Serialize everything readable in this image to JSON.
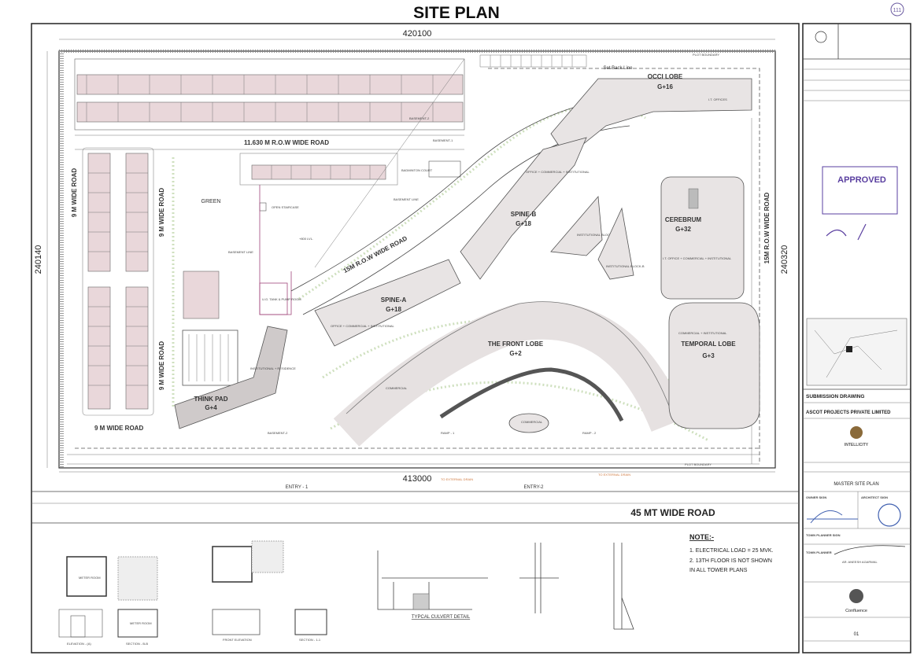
{
  "sheet": {
    "title": "SITE PLAN",
    "page_number": "111"
  },
  "dimensions": {
    "top": "420100",
    "bottom": "413000",
    "left": "240140",
    "right": "240320"
  },
  "roads": {
    "main_road": "45 MT WIDE ROAD",
    "row_road_top": "11.630 M  R.O.W WIDE ROAD",
    "diagonal_road": "15M  R.O.W WIDE ROAD",
    "right_road": "15M  R.O.W WIDE ROAD",
    "nine_m_roads": [
      "9 M WIDE ROAD",
      "9 M WIDE ROAD",
      "9 M WIDE ROAD",
      "9 M WIDE ROAD"
    ],
    "set_back_line": "Set Back Line",
    "plot_boundary": "PLOT BOUNDARY",
    "to_external_drain": "TO EXTERNAL DRAIN"
  },
  "entries": [
    "ENTRY - 1",
    "ENTRY-2"
  ],
  "buildings": [
    {
      "name": "OCCI LOBE",
      "floors": "G+16",
      "use": "I.T. OFFICES"
    },
    {
      "name": "SPINE-B",
      "floors": "G+18",
      "use": "OFFICE + COMMERCIAL + INSTITUTIONAL"
    },
    {
      "name": "CEREBRUM",
      "floors": "G+32",
      "use": "I.T. OFFICE + COMMERCIAL + INSTITUTIONAL"
    },
    {
      "name": "SPINE-A",
      "floors": "G+18",
      "use": "OFFICE + COMMERCIAL + INSTITUTIONAL"
    },
    {
      "name": "THE FRONT LOBE",
      "floors": "G+2",
      "use": "COMMERCIAL"
    },
    {
      "name": "TEMPORAL LOBE",
      "floors": "G+3",
      "use": "COMMERCIAL + INSTITUTIONAL"
    },
    {
      "name": "THINK PAD",
      "floors": "G+4",
      "use": "INSTITUTIONAL + RESIDENCE"
    }
  ],
  "blocks": [
    "INSTITUTIONAL BLOCK-A",
    "INSTITUTIONAL BLOCK-B"
  ],
  "areas": {
    "green": "GREEN",
    "open_staircase": "OPEN STAIRCASE",
    "basement_line": "BASEMENT LINE",
    "basement_1": "BASEMENT-1",
    "basement_2": "BASEMENT-2",
    "badminton_court": "BADMINTON COURT",
    "ug_tank": "U.G. TANK & PUMP ROOM",
    "level": "+800 LVL.",
    "commercial": "COMMERCIAL",
    "ramp1": "RAMP - 1",
    "ramp2": "RAMP - 2"
  },
  "notes": {
    "heading": "NOTE:-",
    "items": [
      "1. ELECTRICAL LOAD = 25 MVK.",
      "2. 13TH FLOOR IS NOT SHOWN",
      "IN ALL TOWER PLANS"
    ]
  },
  "details": {
    "meter_room": "METER ROOM",
    "elevation_a": "ELEVATION - (A)",
    "section_bb": "SECTION - B-B",
    "front_elevation": "FRONT ELEVATION",
    "section_11": "SECTION - 1-1",
    "culvert": "TYPCAL CULVERT DETAIL"
  },
  "title_block": {
    "stamp": "APPROVED",
    "submission": "SUBMISSION DRAWING",
    "client": "ASCOT PROJECTS PRIVATE LIMITED",
    "project_logo": "INTELLICITY",
    "drawing_title": "MASTER SITE PLAN",
    "owner_sign": "OWNER SIGN",
    "architect_sign": "ARCHITECT SIGN",
    "town_planner_sign": "TOWN PLANNER SIGN",
    "town_planner": "TOWN PLANNER",
    "planner_name": "AR. ANEESH AGARWAL",
    "architect_logo": "Confluence",
    "drawing_no": "01",
    "stamp_color": "#5a3fa0"
  }
}
